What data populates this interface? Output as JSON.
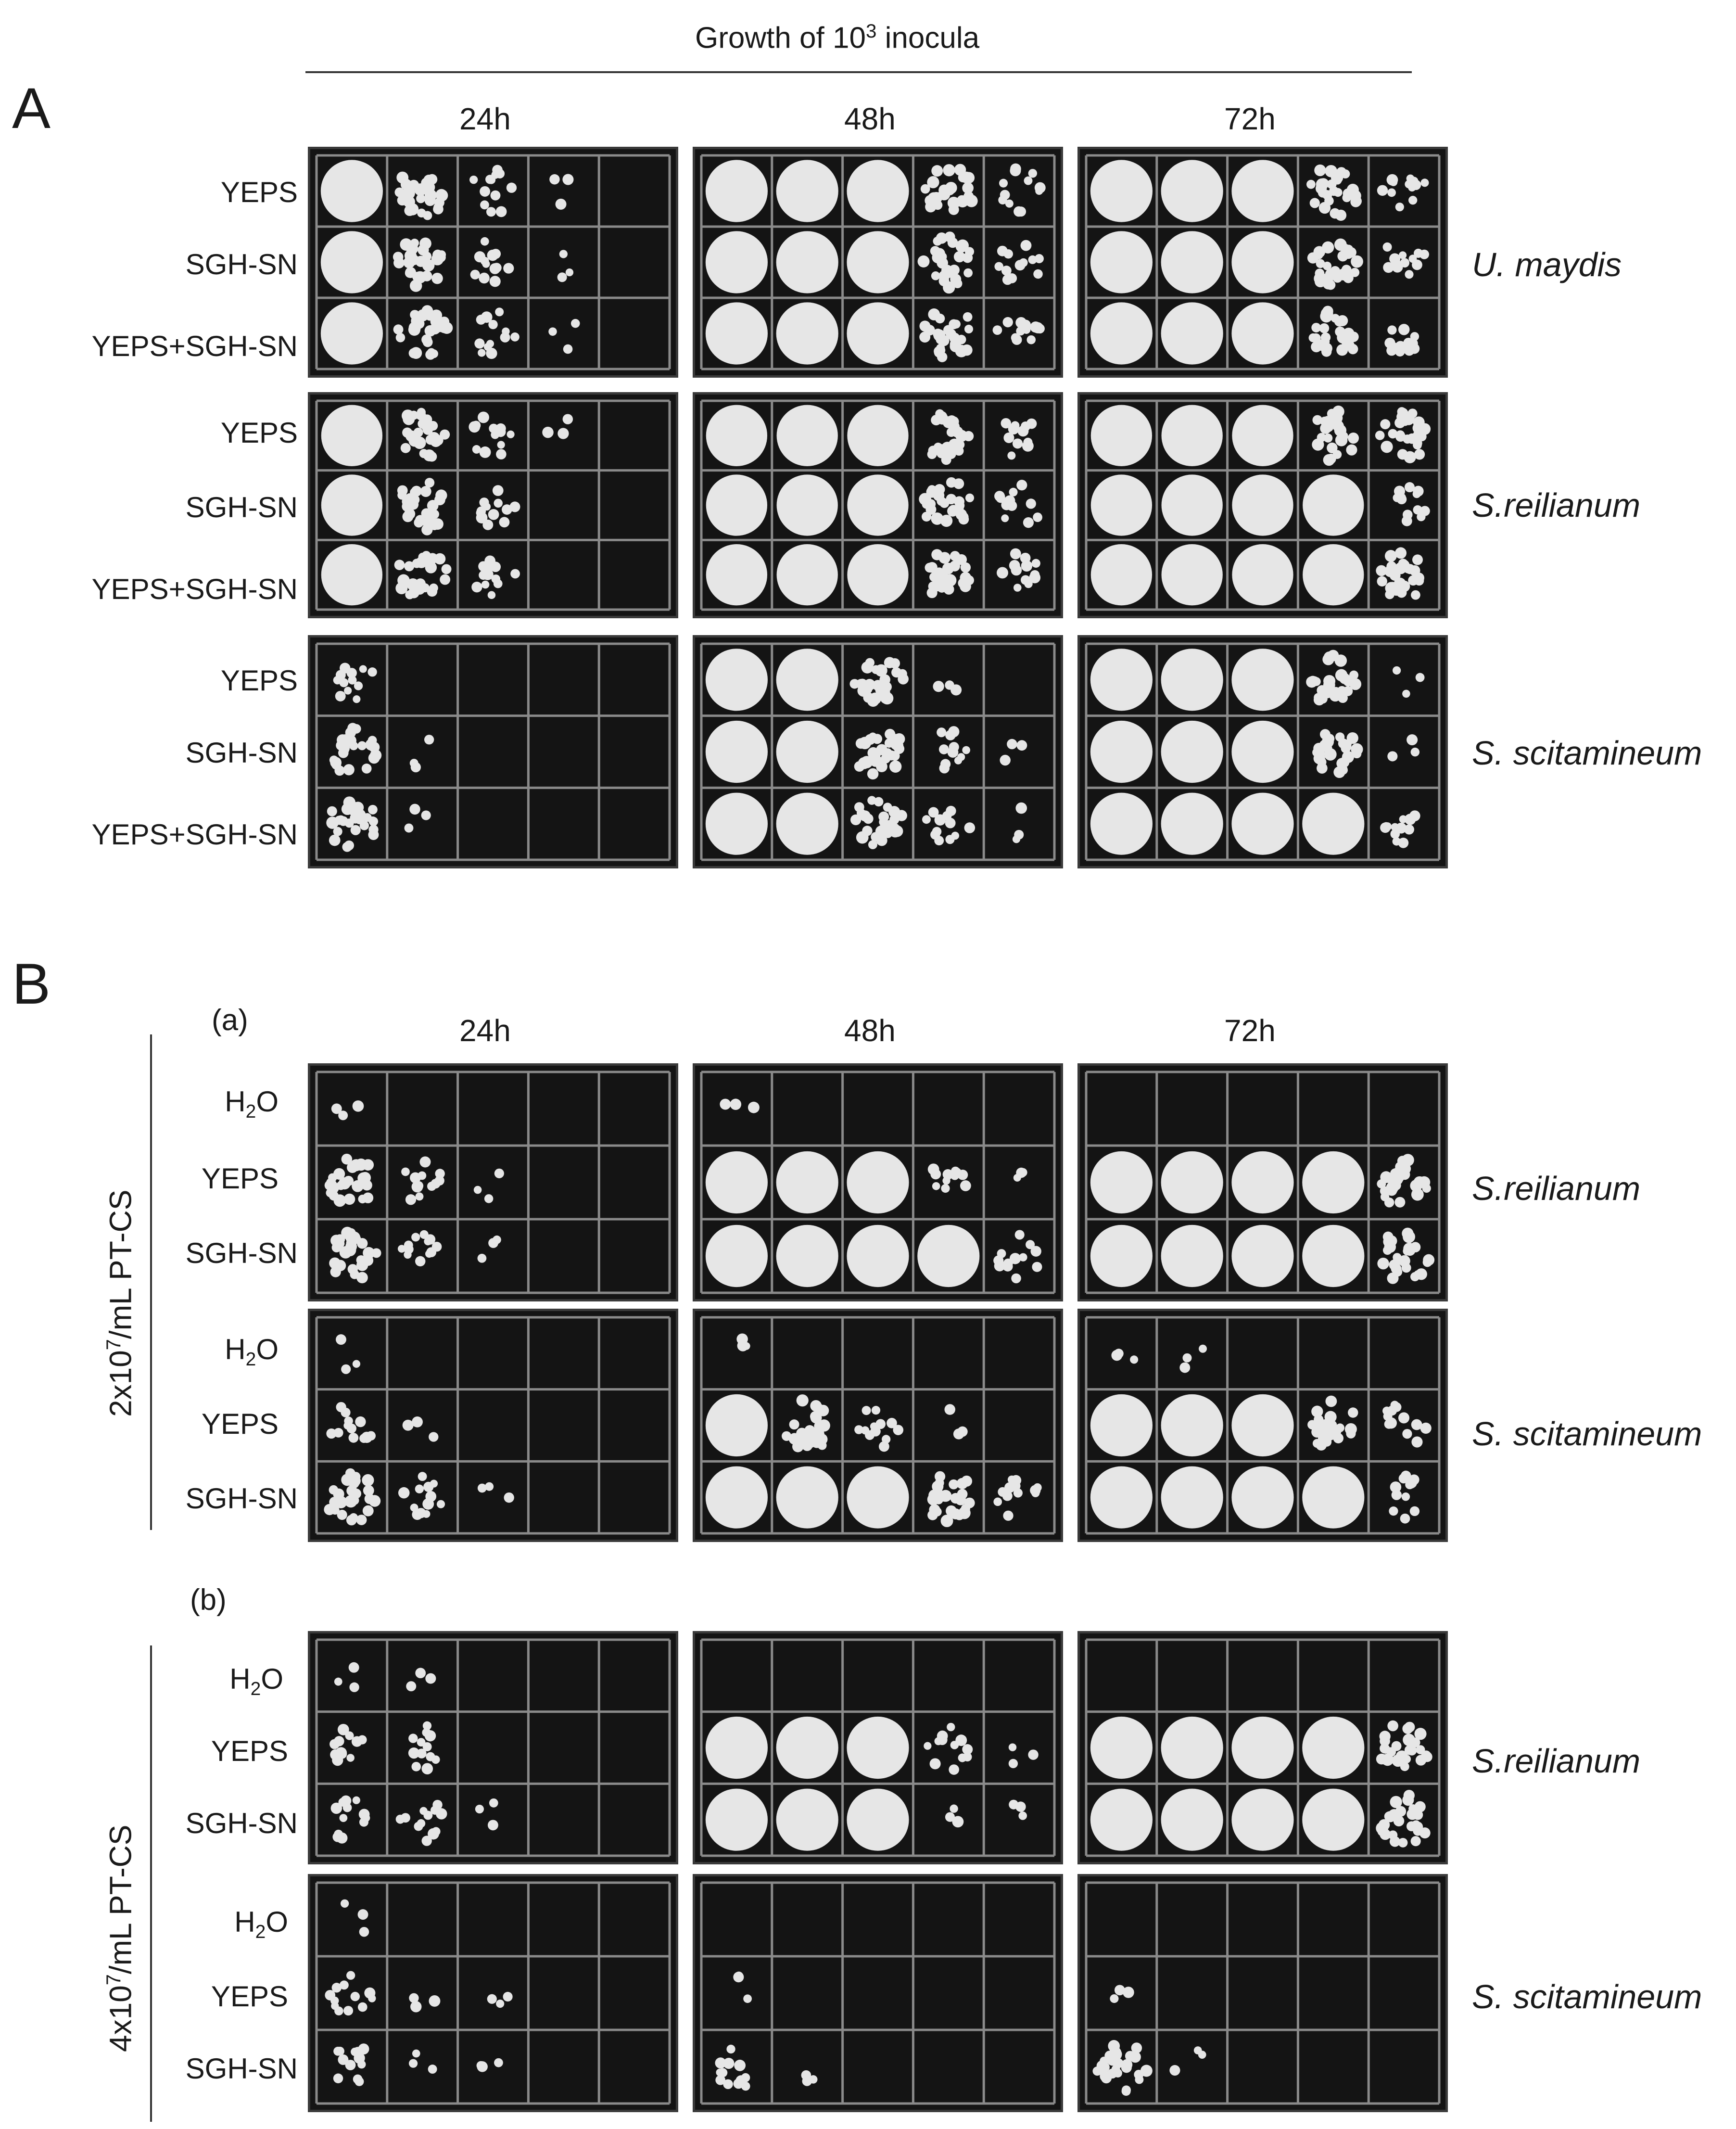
{
  "figure": {
    "header": "Growth of 10³ inocula",
    "header_base": "Growth of 10",
    "header_sup": "3",
    "header_tail": " inocula",
    "panel_a": "A",
    "panel_b": "B",
    "times": [
      "24h",
      "48h",
      "72h"
    ],
    "sub_a": "(a)",
    "sub_b": "(b)",
    "conc_a_pre": "2x10",
    "conc_a_sup": "7",
    "conc_a_post": "/mL PT-CS",
    "conc_b_pre": "4x10",
    "conc_b_sup": "7",
    "conc_b_post": "/mL PT-CS"
  },
  "panelA": {
    "rows": [
      "YEPS",
      "SGH-SN",
      "YEPS+SGH-SN"
    ],
    "organisms": [
      "U. maydis",
      "S.reilianum",
      "S. scitamineum"
    ]
  },
  "panelB": {
    "rows_h2o_base": "H",
    "rows_h2o_sub": "2",
    "rows_h2o_tail": "O",
    "rows": [
      "YEPS",
      "SGH-SN"
    ],
    "organisms": [
      "S.reilianum",
      "S. scitamineum",
      "S.reilianum",
      "S. scitamineum"
    ]
  },
  "colors": {
    "plate": "#141414",
    "grid": "#8a8a8a",
    "colony": "#e6e6e6"
  },
  "growth": {
    "A": [
      [
        [
          4,
          3,
          2,
          1
        ],
        [
          4,
          4,
          4,
          3,
          2
        ],
        [
          4,
          4,
          4,
          3,
          2
        ]
      ],
      [
        [
          4,
          3,
          2,
          1
        ],
        [
          4,
          4,
          4,
          3,
          2
        ],
        [
          4,
          4,
          4,
          3,
          2
        ]
      ],
      [
        [
          4,
          3,
          2,
          1
        ],
        [
          4,
          4,
          4,
          3,
          2
        ],
        [
          4,
          4,
          4,
          3,
          2
        ]
      ],
      [
        [
          4,
          3,
          2,
          1
        ],
        [
          4,
          4,
          4,
          3,
          2
        ],
        [
          4,
          4,
          4,
          3,
          3
        ]
      ],
      [
        [
          4,
          3,
          2
        ],
        [
          4,
          4,
          4,
          3,
          2
        ],
        [
          4,
          4,
          4,
          4,
          2
        ]
      ],
      [
        [
          4,
          3,
          2
        ],
        [
          4,
          4,
          4,
          3,
          2
        ],
        [
          4,
          4,
          4,
          4,
          3
        ]
      ],
      [
        [
          2
        ],
        [
          4,
          4,
          3,
          1
        ],
        [
          4,
          4,
          4,
          3,
          1
        ]
      ],
      [
        [
          3,
          1
        ],
        [
          4,
          4,
          3,
          2,
          1
        ],
        [
          4,
          4,
          4,
          3,
          1
        ]
      ],
      [
        [
          3,
          1
        ],
        [
          4,
          4,
          3,
          2,
          1
        ],
        [
          4,
          4,
          4,
          4,
          2
        ]
      ]
    ],
    "B": [
      [
        [
          1
        ],
        [
          1
        ],
        [
          0
        ]
      ],
      [
        [
          3,
          2,
          1
        ],
        [
          4,
          4,
          4,
          2,
          1
        ],
        [
          4,
          4,
          4,
          4,
          3
        ]
      ],
      [
        [
          3,
          2,
          1
        ],
        [
          4,
          4,
          4,
          4,
          2
        ],
        [
          4,
          4,
          4,
          4,
          3
        ]
      ],
      [
        [
          1
        ],
        [
          1
        ],
        [
          1,
          1
        ]
      ],
      [
        [
          2,
          1
        ],
        [
          4,
          3,
          2,
          1
        ],
        [
          4,
          4,
          4,
          3,
          2
        ]
      ],
      [
        [
          3,
          2,
          1
        ],
        [
          4,
          4,
          4,
          3,
          2
        ],
        [
          4,
          4,
          4,
          4,
          2
        ]
      ],
      [
        [
          1,
          1
        ],
        [],
        [
          0
        ]
      ],
      [
        [
          2,
          2
        ],
        [
          4,
          4,
          4,
          2,
          1
        ],
        [
          4,
          4,
          4,
          4,
          3
        ]
      ],
      [
        [
          2,
          2,
          1
        ],
        [
          4,
          4,
          4,
          1,
          1
        ],
        [
          4,
          4,
          4,
          4,
          3
        ]
      ],
      [
        [
          1
        ],
        [],
        []
      ],
      [
        [
          2,
          1,
          1
        ],
        [
          1
        ],
        [
          1
        ]
      ],
      [
        [
          2,
          1,
          1
        ],
        [
          2,
          1
        ],
        [
          3,
          1
        ]
      ]
    ]
  }
}
